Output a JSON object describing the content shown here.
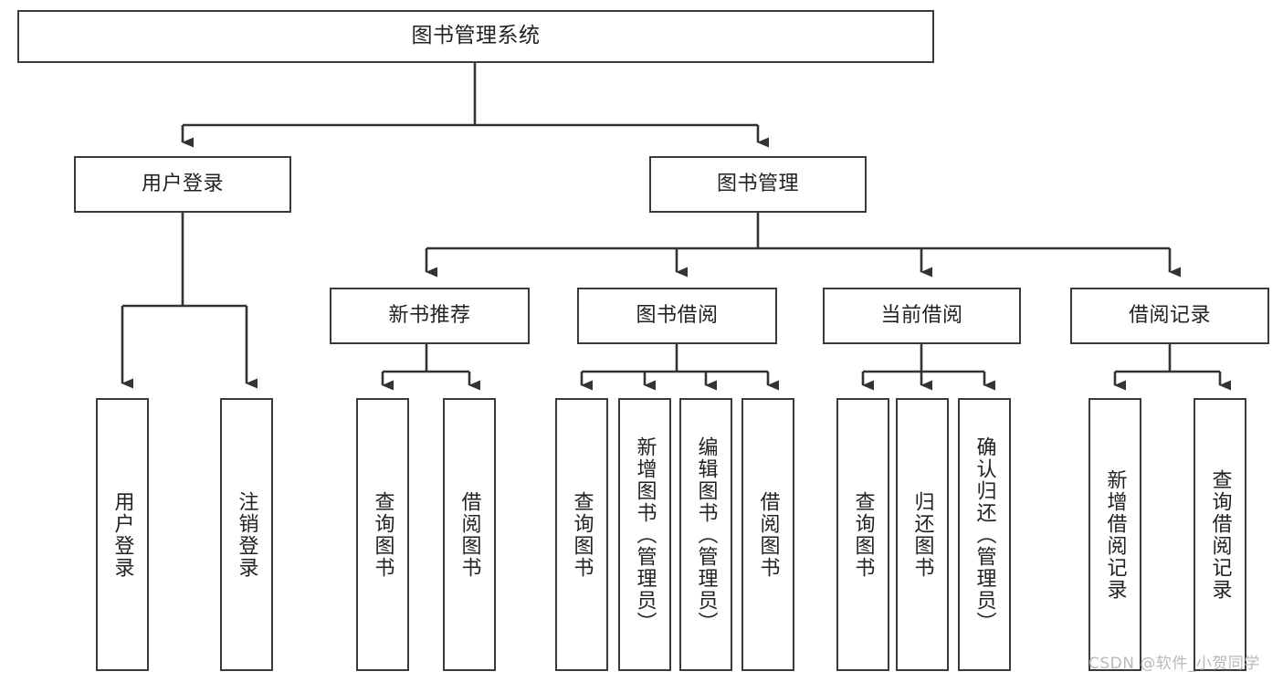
{
  "diagram": {
    "type": "tree",
    "title": "图书管理系统",
    "orientation": "top-down",
    "colors": {
      "box_border": "#3a3a3a",
      "box_fill": "#ffffff",
      "connector": "#333333",
      "text": "#222222",
      "watermark": "#b9b9b9",
      "background": "#ffffff"
    },
    "root": {
      "label": "图书管理系统"
    },
    "level2": [
      {
        "label": "用户登录"
      },
      {
        "label": "图书管理"
      }
    ],
    "level3": [
      {
        "label": "新书推荐"
      },
      {
        "label": "图书借阅"
      },
      {
        "label": "当前借阅"
      },
      {
        "label": "借阅记录"
      }
    ],
    "leaves": {
      "user_login": [
        {
          "label": "用户登录"
        },
        {
          "label": "注销登录"
        }
      ],
      "new_book_recommend": [
        {
          "label": "查询图书"
        },
        {
          "label": "借阅图书"
        }
      ],
      "book_borrow": [
        {
          "label": "查询图书"
        },
        {
          "label": "新增图书（管理员）"
        },
        {
          "label": "编辑图书（管理员）"
        },
        {
          "label": "借阅图书"
        }
      ],
      "current_borrow": [
        {
          "label": "查询图书"
        },
        {
          "label": "归还图书"
        },
        {
          "label": "确认归还（管理员）"
        }
      ],
      "borrow_record": [
        {
          "label": "新增借阅记录"
        },
        {
          "label": "查询借阅记录"
        }
      ]
    }
  },
  "watermark": {
    "text": "CSDN @软件_小贺同学"
  }
}
